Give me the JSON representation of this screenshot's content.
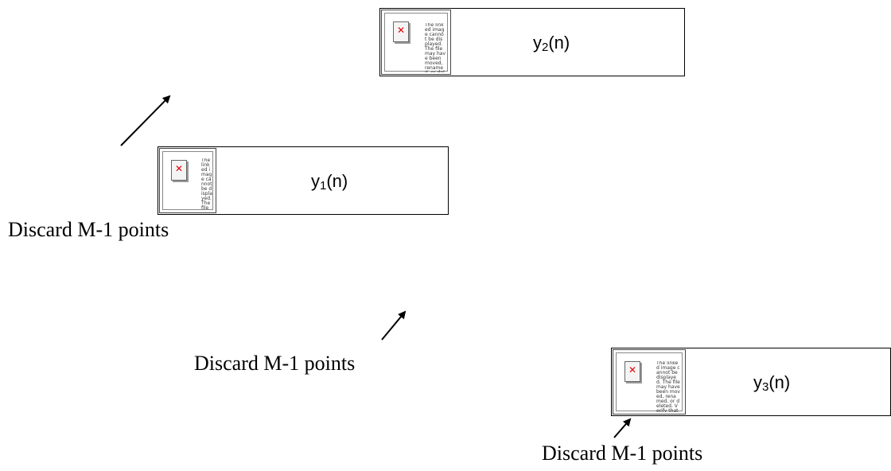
{
  "blocks": [
    {
      "id": "y2",
      "label_main": "y",
      "label_sub": "2",
      "label_tail": "(n)"
    },
    {
      "id": "y1",
      "label_main": "y",
      "label_sub": "1",
      "label_tail": "(n)"
    },
    {
      "id": "y3",
      "label_main": "y",
      "label_sub": "3",
      "label_tail": "(n)"
    }
  ],
  "broken_image_text": "The linked image cannot be displayed. The file may have been moved, renamed, or deleted. Verify that the link points to the correct file and location.",
  "discard_labels": {
    "first": "Discard M-1 points",
    "second": "Discard M-1 points",
    "third": "Discard M-1 points"
  },
  "colors": {
    "stroke": "#000000",
    "broken_icon_x": "#e00000"
  },
  "icons": {
    "broken_image": "broken-image-icon",
    "arrow": "arrow-up-right-icon"
  }
}
